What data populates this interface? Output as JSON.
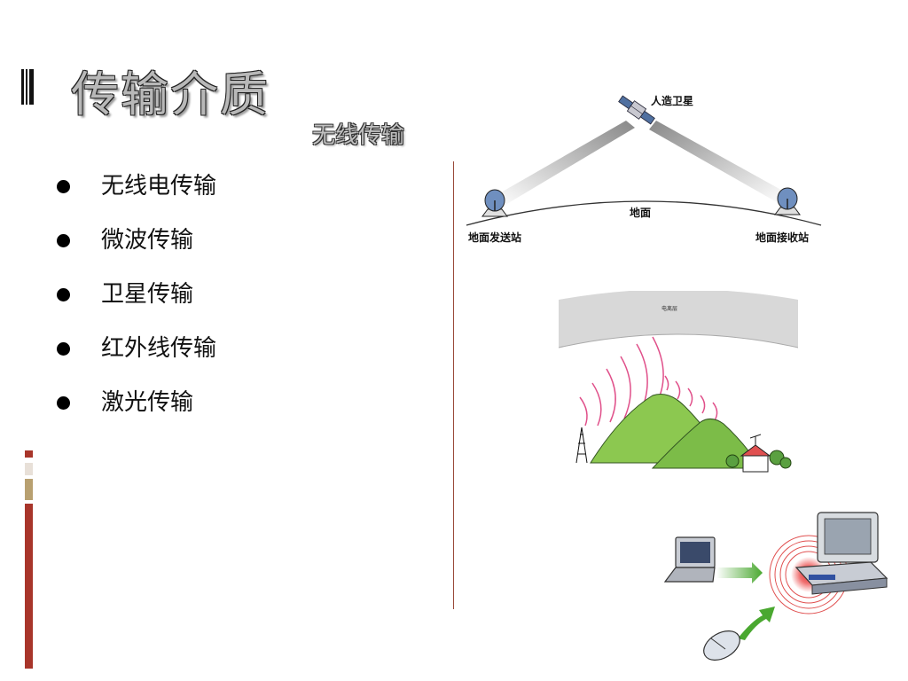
{
  "slide": {
    "title": "传输介质",
    "subtitle": "无线传输",
    "bullets": [
      {
        "label": "无线电传输"
      },
      {
        "label": "微波传输"
      },
      {
        "label": "卫星传输"
      },
      {
        "label": "红外线传输"
      },
      {
        "label": "激光传输"
      }
    ]
  },
  "satellite_diagram": {
    "satellite_label": "人造卫星",
    "ground_label": "地面",
    "sender_label": "地面发送站",
    "receiver_label": "地面接收站"
  },
  "propagation_diagram": {
    "ionosphere_label": "电离层"
  },
  "colors": {
    "title_fill": "#b8b8b8",
    "divider": "#9a4a3a",
    "deco_red": "#a8352a",
    "deco_tan": "#b8a070",
    "hill_green": "#8cc850",
    "wave_pink": "#e0508a",
    "ionosphere": "#d8d8d8",
    "arrow_green": "#4aa830",
    "ripple_red": "#e03030"
  },
  "icons": [
    "satellite-icon",
    "dish-antenna-icon",
    "radio-tower-icon",
    "house-icon",
    "laptop-icon",
    "desktop-computer-icon",
    "mouse-icon"
  ]
}
